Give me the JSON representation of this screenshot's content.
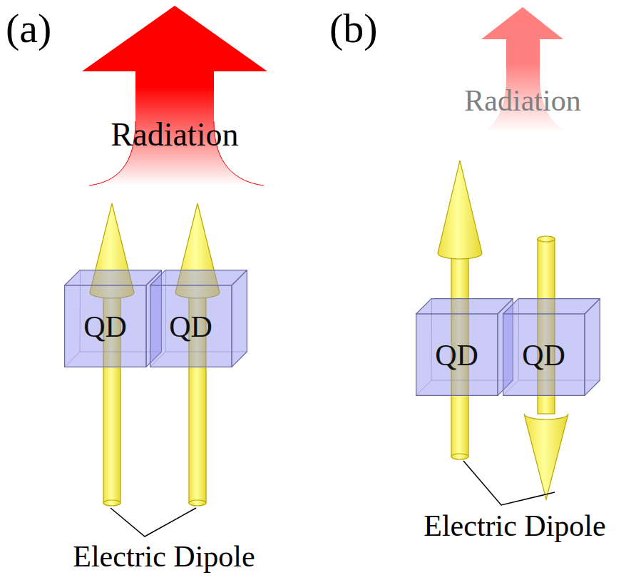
{
  "diagram": {
    "nodes": [
      {
        "text": [
          "QD"
        ]
      },
      {
        "text": [
          "QD"
        ]
      },
      {
        "text": [
          "QD"
        ]
      },
      {
        "text": [
          "QD"
        ]
      }
    ],
    "labels": [
      "(a)",
      "Radiation",
      "Electric Dipole",
      "(b)",
      "Radiation",
      "Electric Dipole"
    ]
  }
}
